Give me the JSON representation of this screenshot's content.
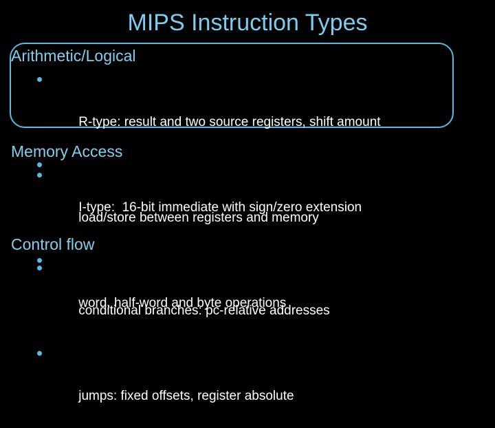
{
  "slide": {
    "title": "MIPS Instruction Types",
    "background_color": "#000000",
    "title_color": "#7DCDEE",
    "heading_color": "#85CFEE",
    "body_color": "#FFFFFF",
    "accent_color": "#56BCE4",
    "bullet_color": "#5BB9E0"
  },
  "sections": [
    {
      "heading": "Arithmetic/Logical",
      "highlighted": true,
      "bullets": [
        "R-type: result and two source registers, shift amount",
        "I-type:  16-bit immediate with sign/zero extension"
      ]
    },
    {
      "heading": "Memory Access",
      "highlighted": false,
      "bullets": [
        "load/store between registers and memory",
        "word, half-word and byte operations"
      ]
    },
    {
      "heading": "Control flow",
      "highlighted": false,
      "bullets": [
        "conditional branches: pc-relative addresses",
        "jumps: fixed offsets, register absolute"
      ]
    }
  ]
}
